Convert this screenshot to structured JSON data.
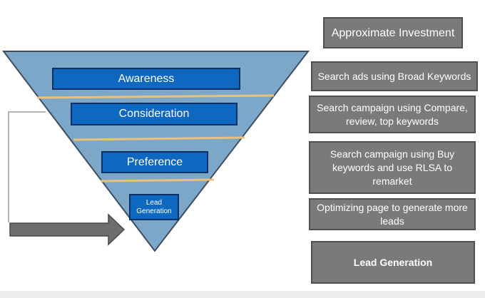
{
  "colors": {
    "funnel_fill": "#7da7c9",
    "funnel_stroke": "#3e4e5e",
    "stage_fill": "#0f68c0",
    "divider": "#e8c27a",
    "box_fill": "#7a7a7a",
    "arrow_fill": "#6e6e6e"
  },
  "funnel": {
    "stages": [
      {
        "label": "Awareness"
      },
      {
        "label": "Consideration"
      },
      {
        "label": "Preference"
      },
      {
        "label": "Lead Generation"
      }
    ]
  },
  "investment": {
    "title": "Approximate Investment",
    "items": [
      "Search ads using Broad Keywords",
      "Search campaign using Compare, review, top keywords",
      "Search campaign using Buy keywords and use RLSA to remarket",
      "Optimizing page to generate more leads",
      "Lead Generation"
    ]
  }
}
